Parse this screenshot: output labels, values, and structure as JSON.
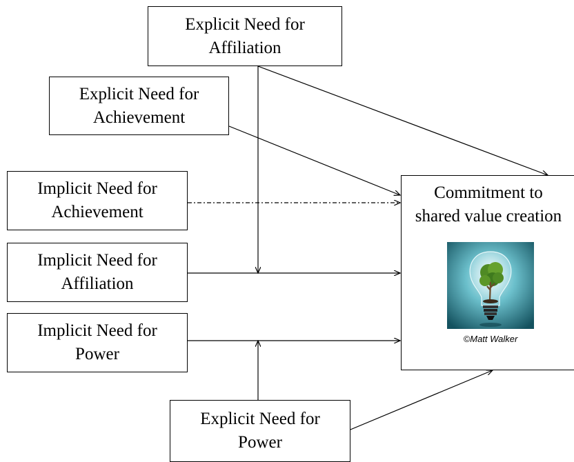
{
  "nodes": {
    "explicit_affiliation": [
      "Explicit Need for",
      "Affiliation"
    ],
    "explicit_achievement": [
      "Explicit Need for",
      "Achievement"
    ],
    "implicit_achievement": [
      "Implicit Need for",
      "Achievement"
    ],
    "implicit_affiliation": [
      "Implicit Need for",
      "Affiliation"
    ],
    "implicit_power": [
      "Implicit Need for",
      "Power"
    ],
    "explicit_power": [
      "Explicit Need for",
      "Power"
    ],
    "outcome": [
      "Commitment to",
      "shared value creation"
    ]
  },
  "photo_credit": "©Matt Walker",
  "photo_subject": "lightbulb-with-tree-image",
  "colors": {
    "line": "#000000",
    "photo_background": "#2f8fa0",
    "photo_glow": "#cfeef2",
    "tree_leaves": "#5a8f2a"
  }
}
